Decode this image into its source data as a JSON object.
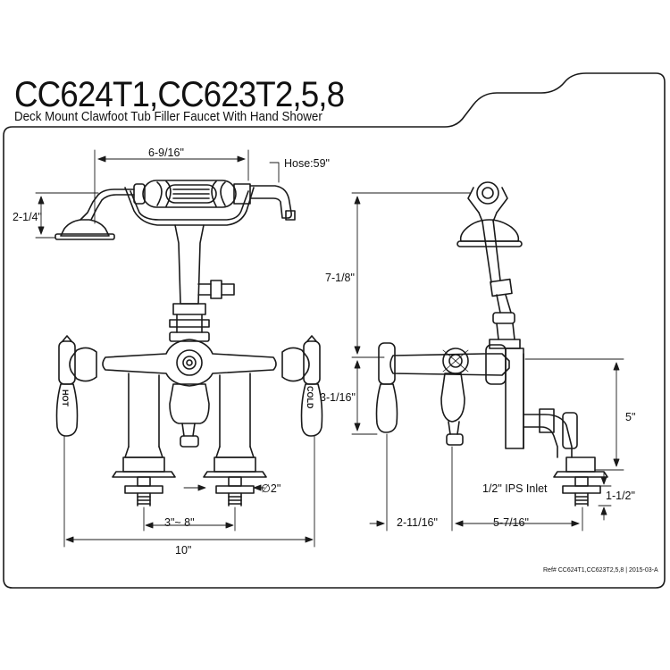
{
  "header": {
    "title": "CC624T1,CC623T2,5,8",
    "subtitle": "Deck Mount Clawfoot Tub Filler Faucet With Hand Shower"
  },
  "dimensions": {
    "handshower_width": "6-9/16\"",
    "hose": "Hose:59\"",
    "handshower_height": "2-1/4\"",
    "overall_height": "7-1/8\"",
    "body_height": "3-1/16\"",
    "supply_height": "5\"",
    "inlet": "1/2\" IPS Inlet",
    "shank": "1-1/2\"",
    "hole_diameter": "∅2\"",
    "centers": "3\"~ 8\"",
    "overall_width": "10\"",
    "side_offset": "2-11/16\"",
    "side_reach": "5-7/16\""
  },
  "handle_labels": {
    "hot": "HOT",
    "cold": "COLD"
  },
  "footer": {
    "reference": "Ref# CC624T1,CC623T2,5,8 | 2015-03-A"
  },
  "colors": {
    "line": "#1a1a1a",
    "background": "#ffffff"
  }
}
